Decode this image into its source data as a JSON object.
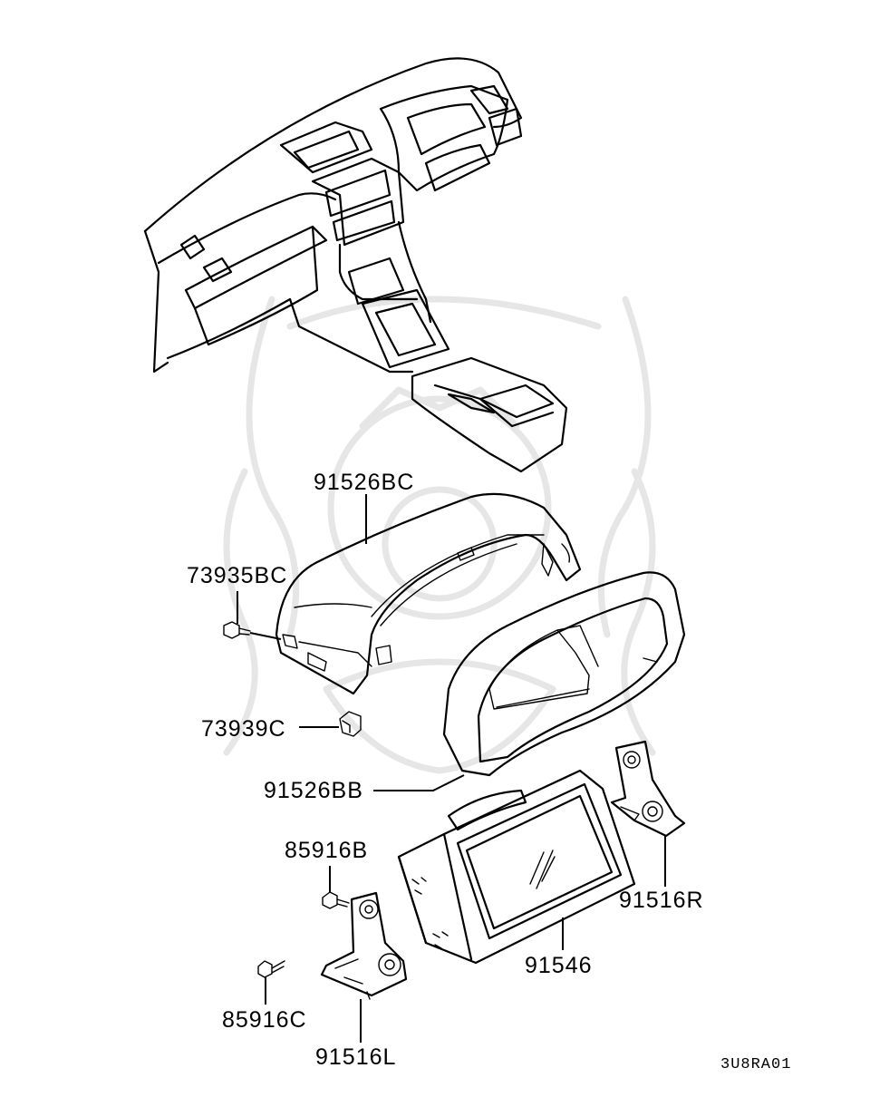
{
  "parts": {
    "bezel_upper": "91526BC",
    "screw": "73935BC",
    "clip": "73939C",
    "bezel_lower": "91526BB",
    "bolt_b": "85916B",
    "bolt_c": "85916C",
    "bracket_left": "91516L",
    "bracket_right": "91516R",
    "display_unit": "91546"
  },
  "diagram_code": "3U8RA01"
}
